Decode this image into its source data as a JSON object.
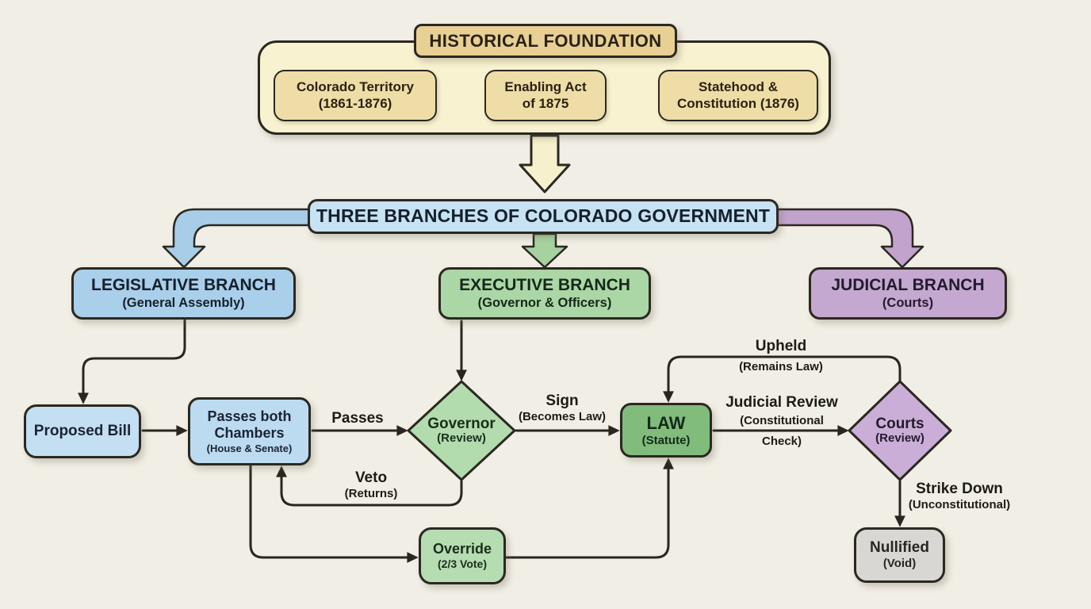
{
  "diagram_title": "THREE BRANCHES OF COLORADO GOVERNMENT",
  "historical": {
    "title": "HISTORICAL FOUNDATION",
    "items": [
      {
        "line1": "Colorado Territory",
        "line2": "(1861-1876)"
      },
      {
        "line1": "Enabling Act",
        "line2": "of 1875"
      },
      {
        "line1": "Statehood &",
        "line2": "Constitution (1876)"
      }
    ]
  },
  "branches": {
    "legislative": {
      "name": "LEGISLATIVE BRANCH",
      "sub": "(General Assembly)"
    },
    "executive": {
      "name": "EXECUTIVE BRANCH",
      "sub": "(Governor & Officers)"
    },
    "judicial": {
      "name": "JUDICIAL BRANCH",
      "sub": "(Courts)"
    }
  },
  "nodes": {
    "proposed_bill": {
      "label": "Proposed Bill"
    },
    "chambers": {
      "line1": "Passes both",
      "line2": "Chambers",
      "sub": "(House & Senate)"
    },
    "governor": {
      "label": "Governor",
      "sub": "(Review)"
    },
    "law": {
      "label": "LAW",
      "sub": "(Statute)"
    },
    "courts": {
      "label": "Courts",
      "sub": "(Review)"
    },
    "override": {
      "label": "Override",
      "sub": "(2/3 Vote)"
    },
    "nullified": {
      "label": "Nullified",
      "sub": "(Void)"
    }
  },
  "edges": {
    "passes": "Passes",
    "sign": {
      "label": "Sign",
      "sub": "(Becomes Law)"
    },
    "veto": {
      "label": "Veto",
      "sub": "(Returns)"
    },
    "judicial_review": {
      "label": "Judicial Review",
      "sub1": "(Constitutional",
      "sub2": "Check)"
    },
    "upheld": {
      "label": "Upheld",
      "sub": "(Remains Law)"
    },
    "strike_down": {
      "label": "Strike Down",
      "sub": "(Unconstitutional)"
    }
  },
  "colors": {
    "background": "#f1eee5",
    "outline": "#2a2820",
    "hist_container": "#f8f2d0",
    "hist_header": "#e8d095",
    "hist_item": "#eedda6",
    "block_arrow": "#f6f0cc",
    "title_blue": "#c6e2f3",
    "legislative_blue": "#a9cfeb",
    "light_blue": "#c5dff2",
    "executive_green": "#abd6a6",
    "diamond_green": "#b3dcae",
    "law_green": "#82bc7d",
    "override_green": "#b6ddb1",
    "judicial_purple": "#c4a8d0",
    "courts_purple": "#cbaed8",
    "nullified_gray": "#d8d7d3",
    "band_blue": "#a8cde9",
    "band_green": "#a6d2a0",
    "band_purple": "#c2a3ce"
  }
}
